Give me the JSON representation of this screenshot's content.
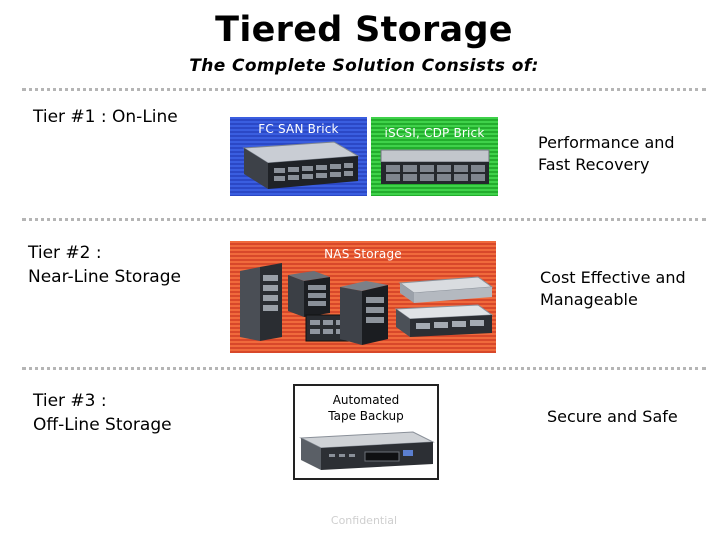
{
  "header": {
    "title": "Tiered Storage",
    "subtitle": "The Complete Solution Consists of:"
  },
  "tiers": [
    {
      "label_line1": "Tier #1 : On-Line",
      "label_line2": "",
      "panels": [
        "FC SAN Brick",
        "iSCSI, CDP Brick"
      ],
      "benefit_line1": "Performance and",
      "benefit_line2": "Fast Recovery"
    },
    {
      "label_line1": "Tier #2 :",
      "label_line2": "Near-Line Storage",
      "panels": [
        "NAS Storage"
      ],
      "benefit_line1": "Cost Effective and",
      "benefit_line2": "Manageable"
    },
    {
      "label_line1": "Tier #3 :",
      "label_line2": "Off-Line Storage",
      "panels": [
        "Automated",
        "Tape Backup"
      ],
      "benefit_line1": "Secure and Safe",
      "benefit_line2": ""
    }
  ],
  "footer": {
    "text": "Confidential"
  },
  "colors": {
    "fc_san_panel": "#2b48c6",
    "iscsi_panel": "#23ad2d",
    "nas_panel": "#d8482a",
    "divider": "#b5b5b5"
  }
}
